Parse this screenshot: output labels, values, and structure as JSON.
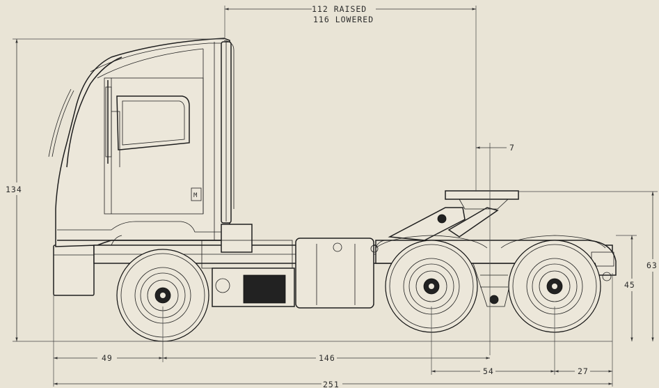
{
  "dimensions": {
    "cab_to_fifth_wheel_raised": "112 RAISED",
    "cab_to_fifth_wheel_lowered": "116 LOWERED",
    "fifth_wheel_offset": "7",
    "overall_height": "134",
    "fifth_wheel_height": "63",
    "frame_height": "45",
    "front_overhang": "49",
    "wheelbase": "146",
    "tandem_spread": "54",
    "rear_overhang": "27",
    "overall_length": "251"
  },
  "colors": {
    "background": "#e9e4d6",
    "line": "#1e1e1e",
    "dimension": "#333333"
  }
}
